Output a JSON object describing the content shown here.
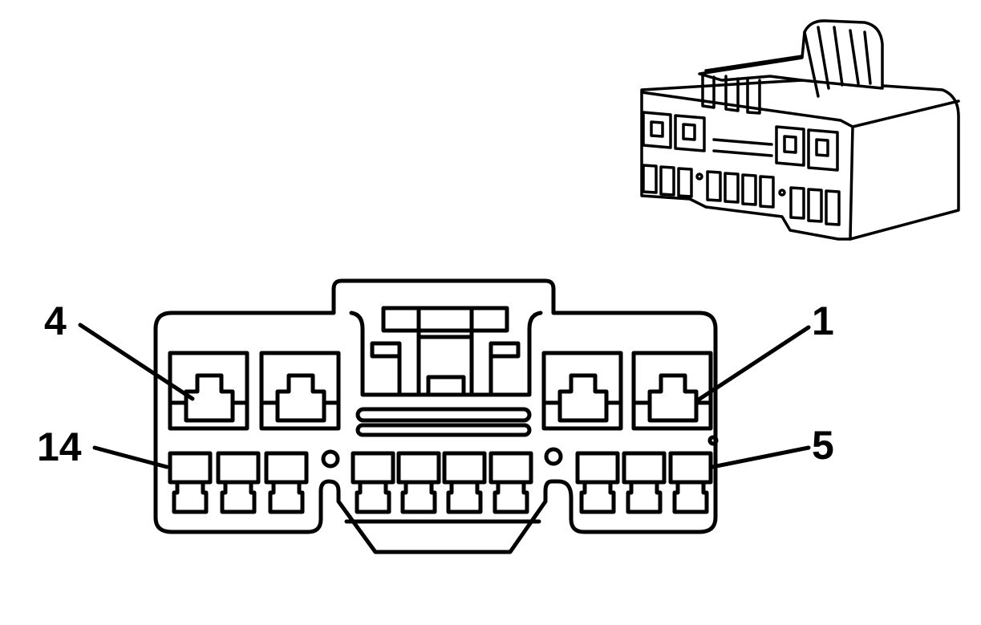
{
  "callouts": {
    "top_left": "4",
    "top_right": "1",
    "bottom_left": "14",
    "bottom_right": "5"
  },
  "colors": {
    "line": "#000000",
    "background": "#ffffff"
  },
  "icons": [
    "connector-face-view",
    "connector-isometric-view"
  ]
}
